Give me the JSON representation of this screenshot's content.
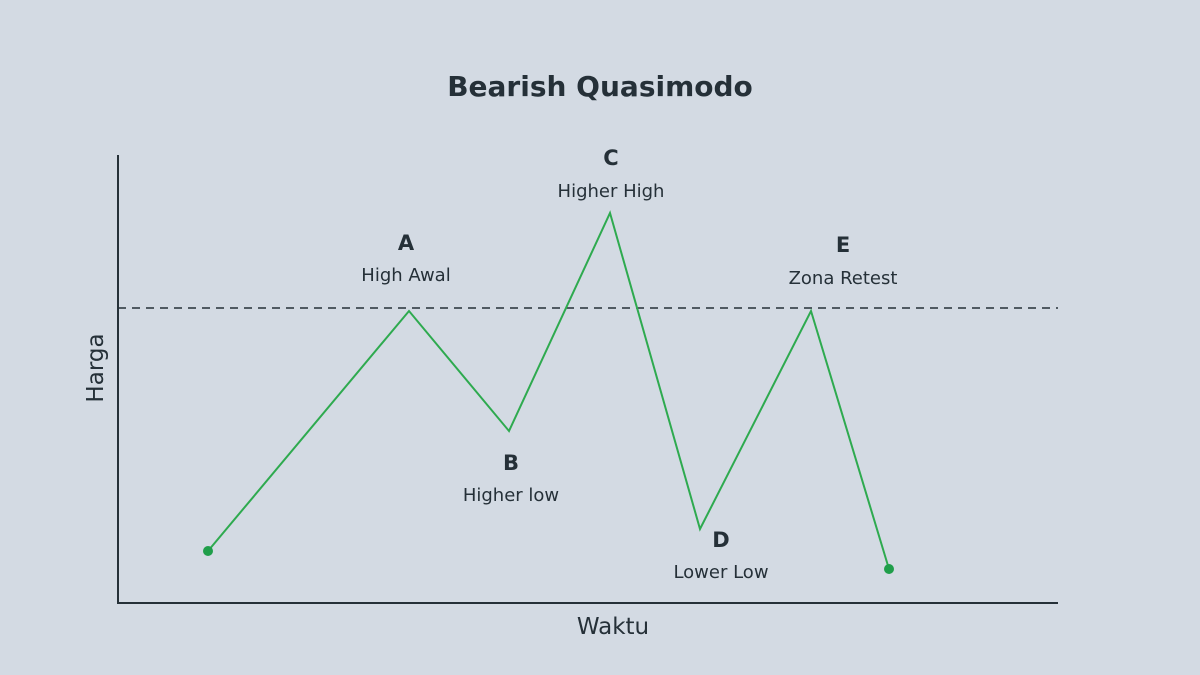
{
  "title": "Bearish Quasimodo",
  "axes": {
    "x_label": "Waktu",
    "y_label": "Harga"
  },
  "points": [
    {
      "letter": "A",
      "description": "High Awal"
    },
    {
      "letter": "B",
      "description": "Higher low"
    },
    {
      "letter": "C",
      "description": "Higher High"
    },
    {
      "letter": "D",
      "description": "Lower Low"
    },
    {
      "letter": "E",
      "description": "Zona Retest"
    }
  ],
  "colors": {
    "line": "#2eaa4f",
    "marker": "#1f9e4a",
    "text": "#253038",
    "background": "#d3dae3"
  }
}
